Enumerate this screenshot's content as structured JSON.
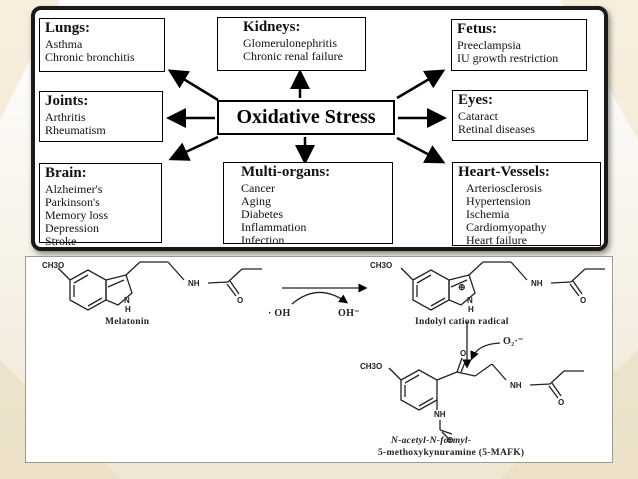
{
  "stress_map": {
    "center": "Oxidative Stress",
    "boxes": [
      {
        "title": "Lungs:",
        "items": [
          "Asthma",
          "Chronic bronchitis"
        ]
      },
      {
        "title": "Kidneys:",
        "items": [
          "Glomerulonephritis",
          "Chronic renal failure"
        ]
      },
      {
        "title": "Fetus:",
        "items": [
          "Preeclampsia",
          "IU growth restriction"
        ]
      },
      {
        "title": "Joints:",
        "items": [
          "Arthritis",
          "Rheumatism"
        ]
      },
      {
        "title": "Eyes:",
        "items": [
          "Cataract",
          "Retinal diseases"
        ]
      },
      {
        "title": "Brain:",
        "items": [
          "Alzheimer's",
          "Parkinson's",
          "Memory loss",
          "Depression",
          "Stroke"
        ]
      },
      {
        "title": "Multi-organs:",
        "items": [
          "Cancer",
          "Aging",
          "Diabetes",
          "Inflammation",
          "Infection"
        ]
      },
      {
        "title": "Heart-Vessels:",
        "items": [
          "Arteriosclerosis",
          "Hypertension",
          "Ischemia",
          "Cardiomyopathy",
          "Heart failure"
        ]
      }
    ]
  },
  "reaction": {
    "substituent": "CH3O",
    "amine_nh": "NH",
    "ring_nh": "N",
    "ring_h": "H",
    "carbonyl_o": "O",
    "melatonin": "Melatonin",
    "reagent_left": "· OH",
    "reagent_right": "OH⁻",
    "radical_charge": "⊕",
    "radical_name": "Indolyl cation radical",
    "superoxide": "O₂·⁻",
    "formyl_nh": "NH",
    "product_line1": "N-acetyl-N-formyl-",
    "product_line2": "5-methoxykynuramine (5-MAFK)"
  }
}
